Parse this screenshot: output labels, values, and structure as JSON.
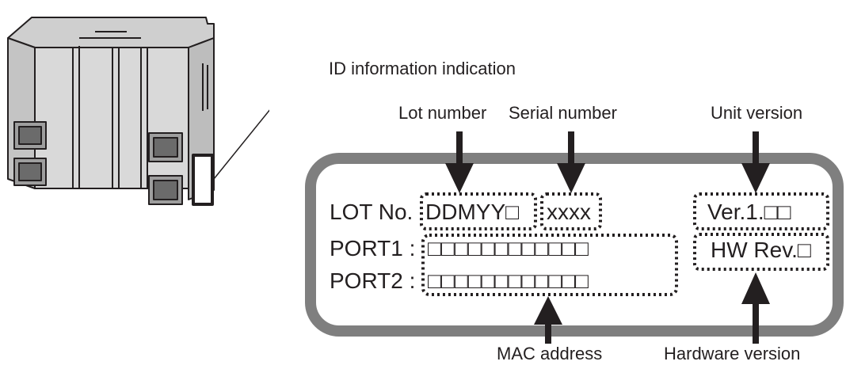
{
  "callouts": {
    "id_info": "ID information indication",
    "lot_number": "Lot number",
    "serial_number": "Serial number",
    "unit_version": "Unit version",
    "mac_address": "MAC address",
    "hardware_version": "Hardware version"
  },
  "plate": {
    "lot_label": "LOT No.",
    "lot_value": "DDMYY□",
    "serial_value": "xxxx",
    "unit_version_value": "Ver.1.□□",
    "port1_label": "PORT1 :",
    "port2_label": "PORT2 :",
    "port1_mac": "□□□□□□□□□□□□",
    "port2_mac": "□□□□□□□□□□□□",
    "hw_rev_value": "HW Rev.□"
  },
  "colors": {
    "plate_border": "#7f7f7f",
    "ink": "#231f20",
    "device_fill": "#d9d9d9"
  },
  "icons": {
    "device": "controller-unit-drawing",
    "arrows": "down-arrow / up-arrow"
  }
}
